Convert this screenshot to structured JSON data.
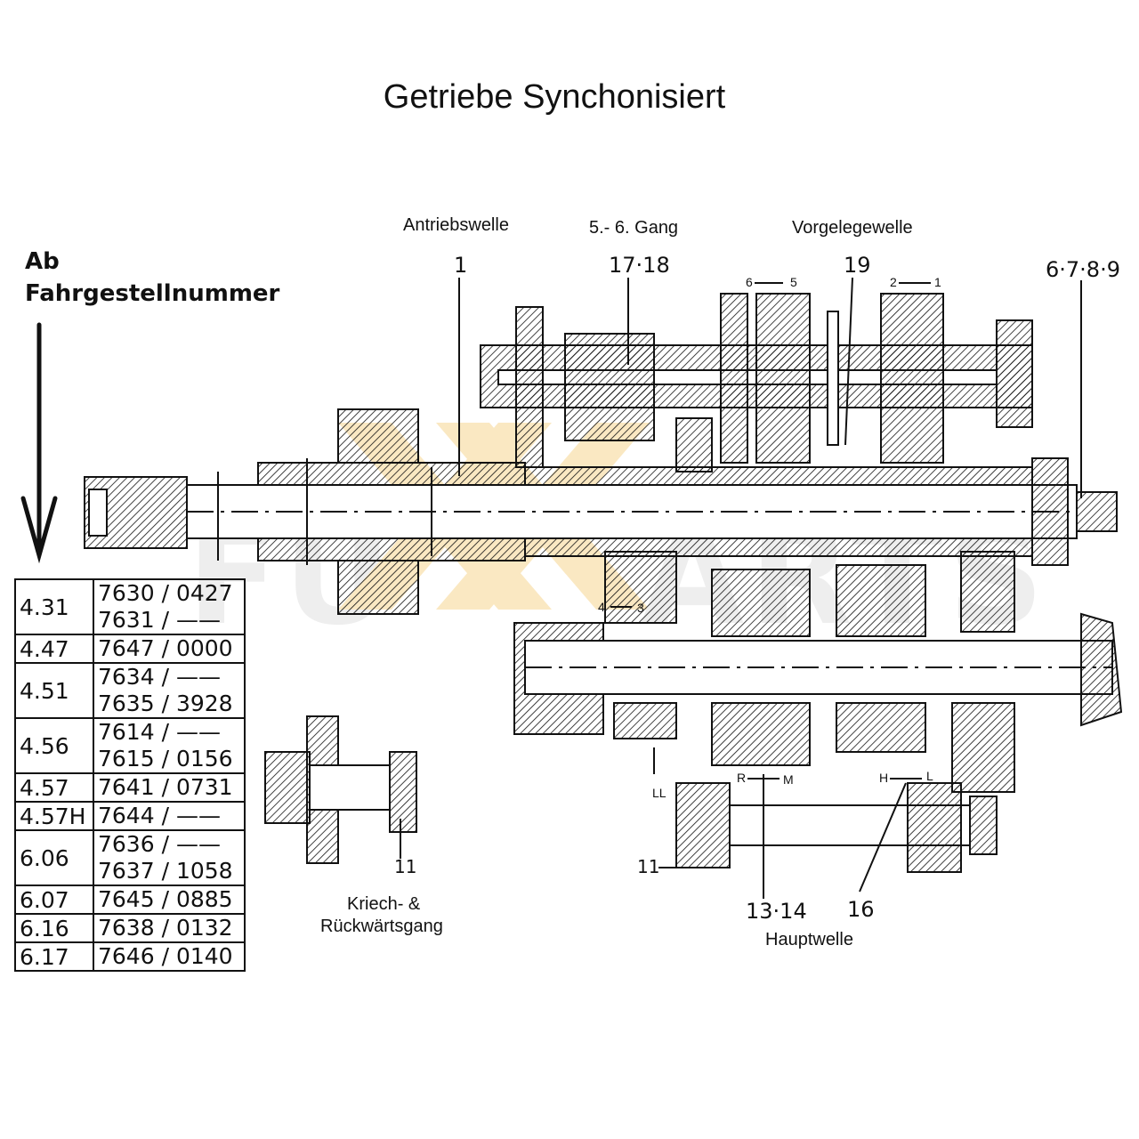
{
  "title": "Getriebe Synchonisiert",
  "ab_label": [
    "Ab",
    "Fahrgestellnummer"
  ],
  "labels": {
    "antriebswelle": "Antriebswelle",
    "gang56": "5.- 6. Gang",
    "vorgelegewelle": "Vorgelegewelle",
    "kriech": [
      "Kriech- &",
      "Rückwärtsgang"
    ],
    "hauptwelle": "Hauptwelle"
  },
  "callouts": {
    "c1": "1",
    "c1718": "17·18",
    "c19": "19",
    "c6789": "6·7·8·9",
    "c1314": "13·14",
    "c16": "16",
    "c11a": "11",
    "c11b": "11",
    "ll": "LL",
    "rm": [
      "R",
      "M"
    ],
    "hl": [
      "H",
      "L"
    ],
    "g65": [
      "6",
      "5"
    ],
    "g21": [
      "2",
      "1"
    ],
    "g43": [
      "4",
      "3"
    ]
  },
  "watermark": "FUXXPARTS",
  "chassis_table": [
    {
      "model": "4.31",
      "numbers": [
        "7630 / 0427",
        "7631 / ——"
      ]
    },
    {
      "model": "4.47",
      "numbers": [
        "7647 / 0000"
      ]
    },
    {
      "model": "4.51",
      "numbers": [
        "7634 / ——",
        "7635 / 3928"
      ]
    },
    {
      "model": "4.56",
      "numbers": [
        "7614 / ——",
        "7615 / 0156"
      ]
    },
    {
      "model": "4.57",
      "numbers": [
        "7641 / 0731"
      ]
    },
    {
      "model": "4.57H",
      "numbers": [
        "7644 / ——"
      ]
    },
    {
      "model": "6.06",
      "numbers": [
        "7636 / ——",
        "7637 / 1058"
      ]
    },
    {
      "model": "6.07",
      "numbers": [
        "7645 / 0885"
      ]
    },
    {
      "model": "6.16",
      "numbers": [
        "7638 / 0132"
      ]
    },
    {
      "model": "6.17",
      "numbers": [
        "7646 / 0140"
      ]
    }
  ]
}
